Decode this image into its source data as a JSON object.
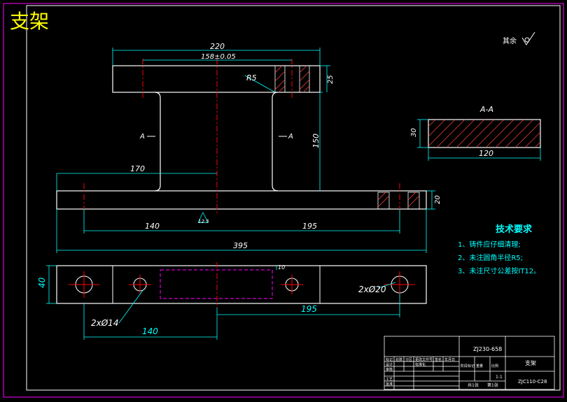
{
  "drawing": {
    "title": "支架",
    "roughness_note": "其余",
    "section_label": "A-A",
    "section_marker": "A"
  },
  "dims_top": {
    "overall_width": "220",
    "hole_spacing": "158±0.05",
    "radius": "R5",
    "flange_thickness": "25",
    "web_height": "150",
    "left_offset": "170",
    "base_thickness": "20",
    "dim_140": "140",
    "dim_195": "195",
    "base_length": "395",
    "roughness": "12.5"
  },
  "dims_section": {
    "height": "30",
    "width": "120"
  },
  "dims_plan": {
    "depth": "40",
    "slot_offset": "10",
    "small_holes": "2xØ14",
    "large_holes": "2xØ20",
    "dim_140": "140",
    "dim_195": "195"
  },
  "tech_req": {
    "heading": "技术要求",
    "items": [
      "1、铸件应仔细清理;",
      "2、未注圆角半径R5;",
      "3、未注尺寸公差按IT12。"
    ]
  },
  "title_block": {
    "drawing_no": "ZJ230-658",
    "part_name": "支架",
    "code": "ZJC110-C28",
    "scale": "1:1",
    "sheet_total": "共1张",
    "sheet_no": "第1张",
    "labels": [
      "标记",
      "处数",
      "分区",
      "更改文件号",
      "签名",
      "年月日",
      "设计",
      "标准化",
      "审核",
      "工艺",
      "批准",
      "阶段标记",
      "重量",
      "比例"
    ]
  },
  "colors": {
    "background": "#000000",
    "line": "#ffffff",
    "dimension": "#00ffff",
    "center": "#ff0000",
    "hatch": "#ff4040",
    "border": "#ff00ff",
    "title_text": "#ffff00",
    "hidden": "#ff00ff"
  }
}
